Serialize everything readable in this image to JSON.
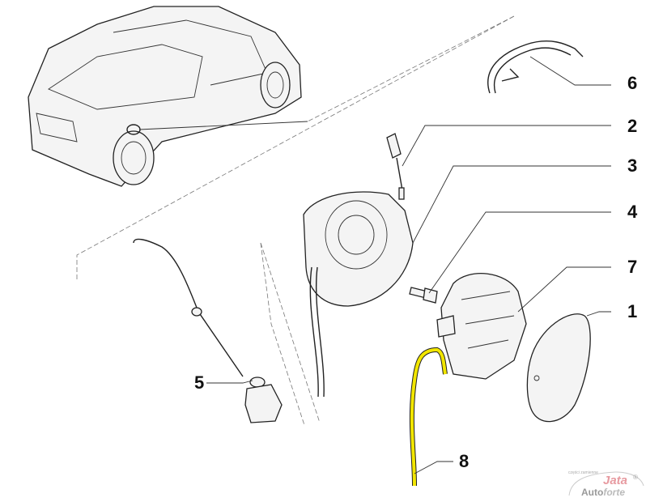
{
  "callouts": [
    {
      "id": "1",
      "label": "1"
    },
    {
      "id": "2",
      "label": "2"
    },
    {
      "id": "3",
      "label": "3"
    },
    {
      "id": "4",
      "label": "4"
    },
    {
      "id": "5",
      "label": "5"
    },
    {
      "id": "6",
      "label": "6"
    },
    {
      "id": "7",
      "label": "7"
    },
    {
      "id": "8",
      "label": "8"
    }
  ],
  "watermark": {
    "small": "części zamienne",
    "brand1": "Jata",
    "reg": "®",
    "brand2a": "Auto",
    "brand2b": "forte"
  },
  "colors": {
    "highlight": "#f2e600",
    "line": "#222222"
  }
}
